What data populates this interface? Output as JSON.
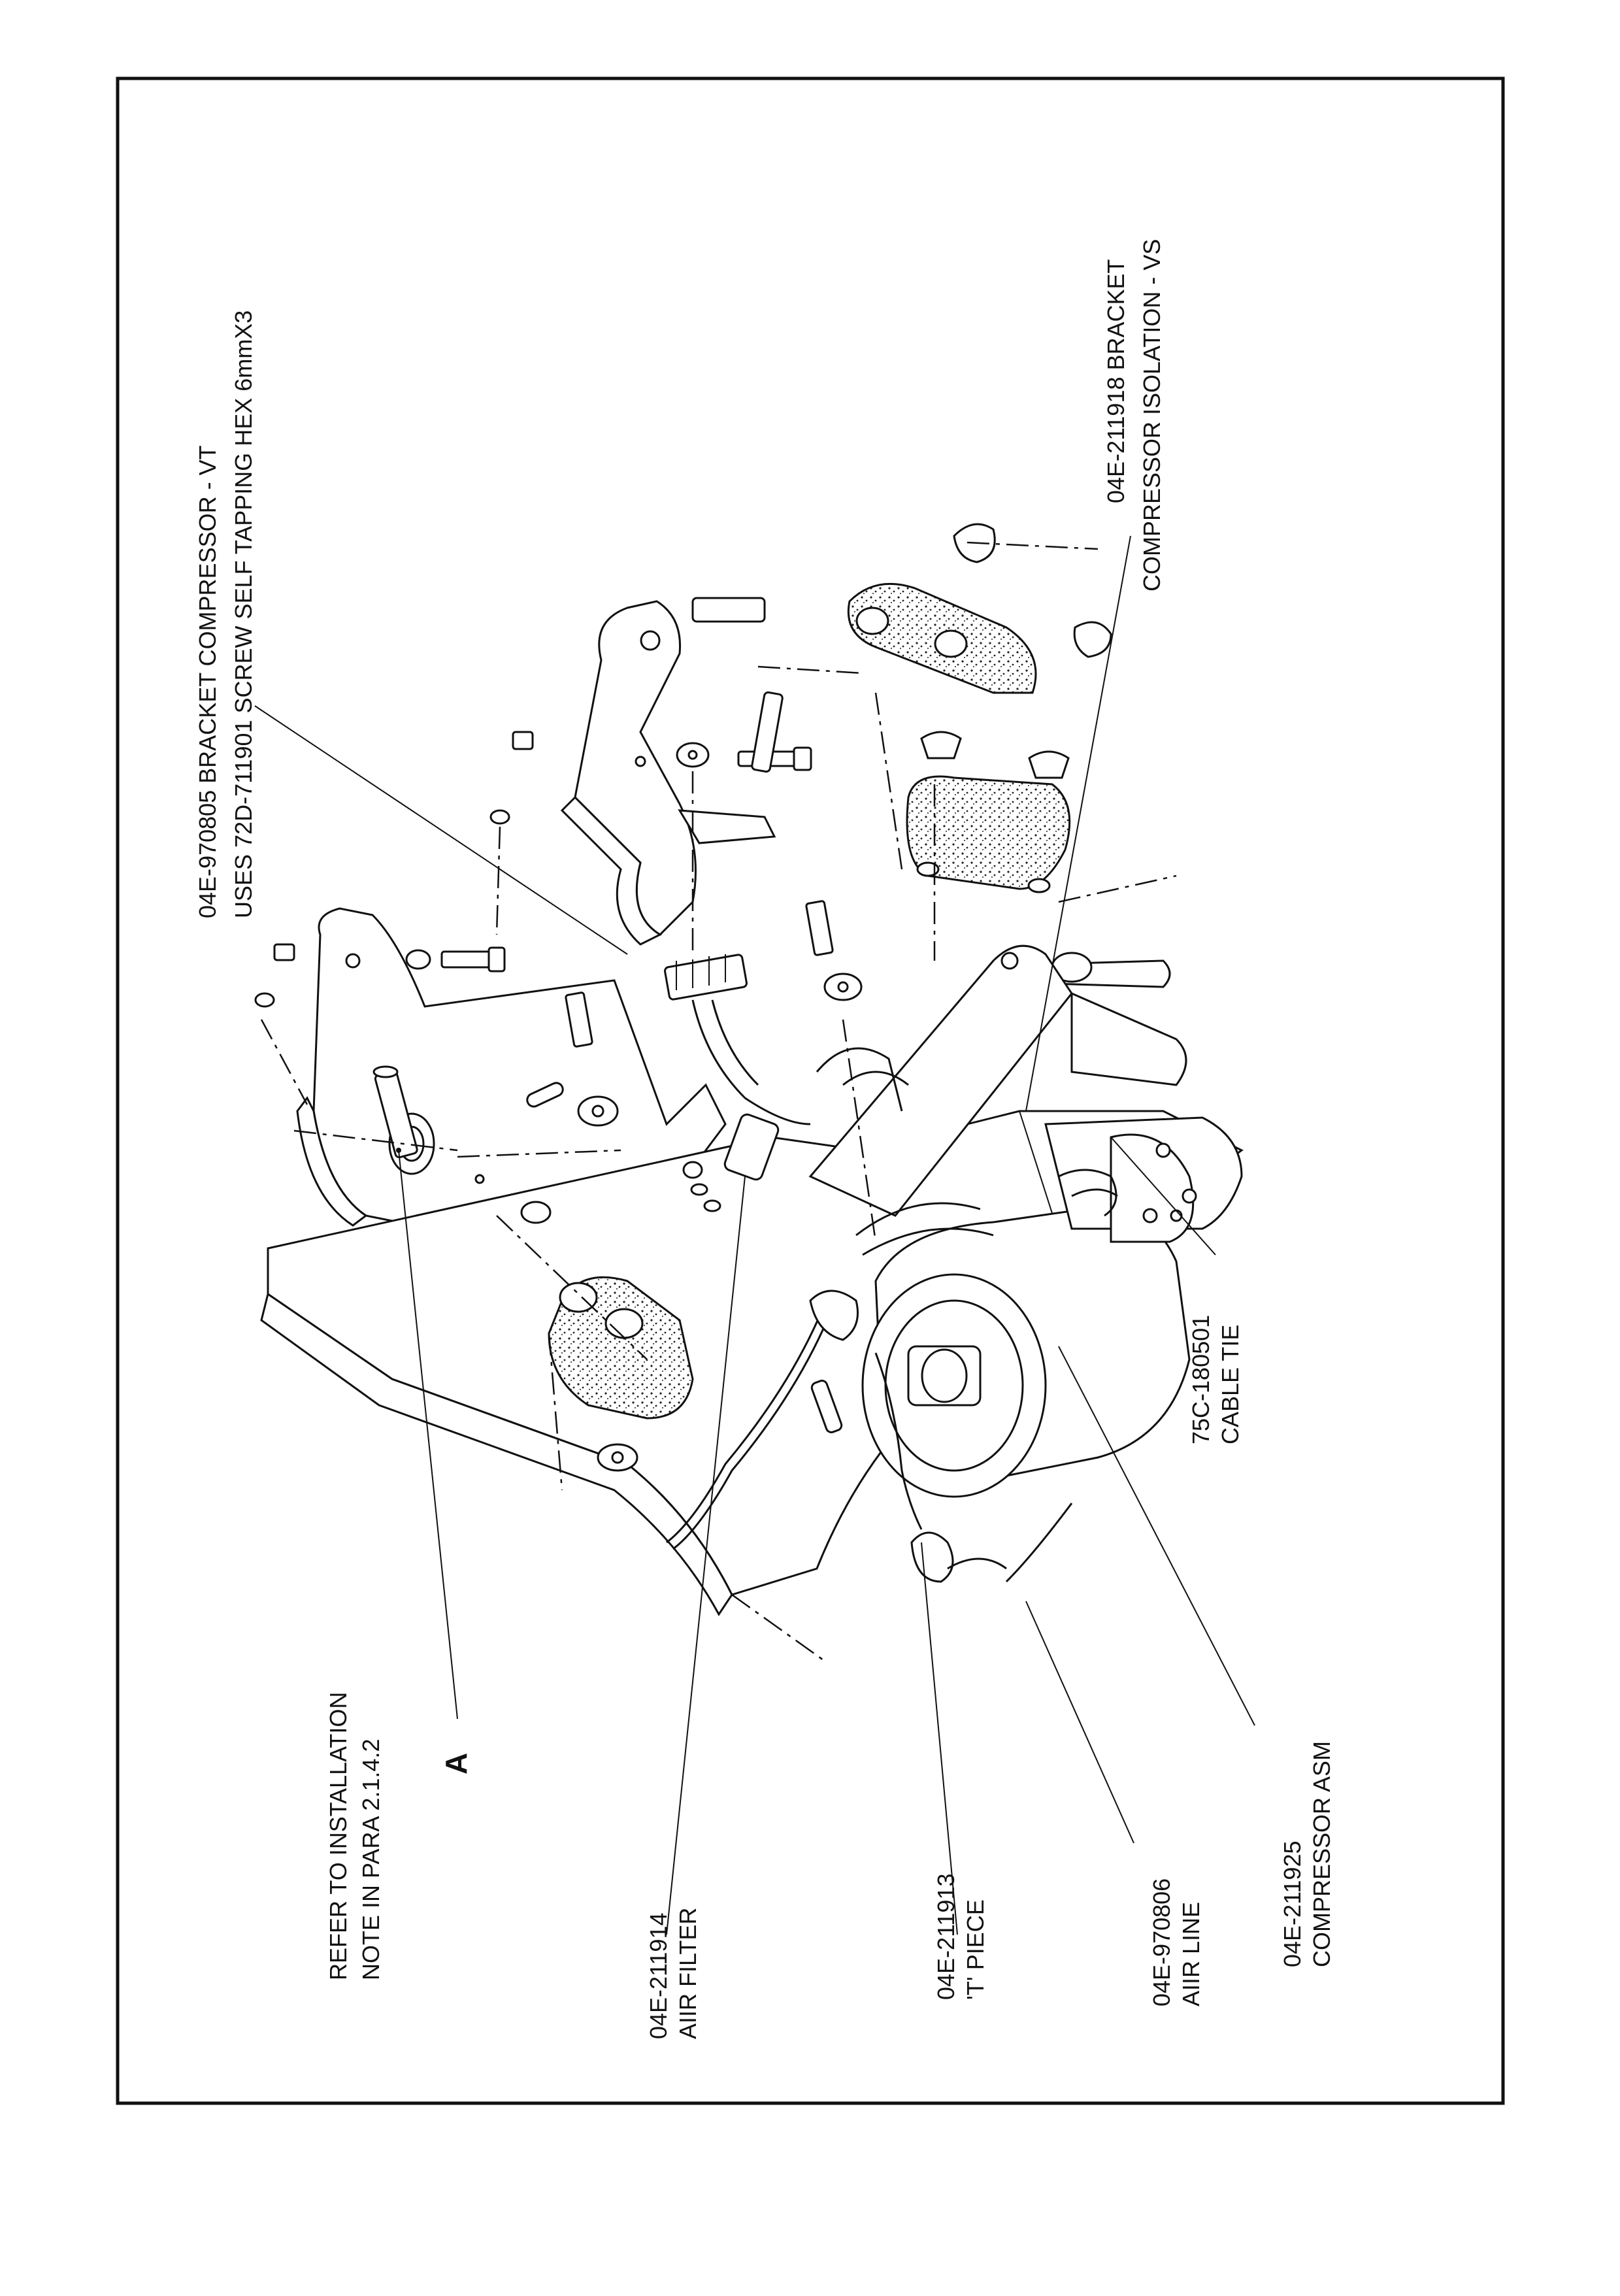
{
  "figure": {
    "callout_letter": "A",
    "labels": {
      "bracket_compressor_vt": "04E-970805 BRACKET COMPRESSOR - VT",
      "screw_note": "USES 72D-711901 SCREW SELF TAPPING HEX 6mmX3",
      "bracket_isolation_part": "04E-211918 BRACKET",
      "bracket_isolation_desc": "COMPRESSOR ISOLATION - VS",
      "cable_tie_part": "75C-180501",
      "cable_tie_desc": "CABLE TIE",
      "compressor_part": "04E-211925",
      "compressor_desc": "COMPRESSOR ASM",
      "air_line_part": "04E-970806",
      "air_line_desc": "AIIR LINE",
      "t_piece_part": "04E-211913",
      "t_piece_desc": "'T' PIECE",
      "air_filter_part": "04E-211914",
      "air_filter_desc": "AIIR FILTER",
      "install_note_1": "REFER TO INSTALLATION",
      "install_note_2": "NOTE IN PARA 2.1.4.2"
    }
  }
}
